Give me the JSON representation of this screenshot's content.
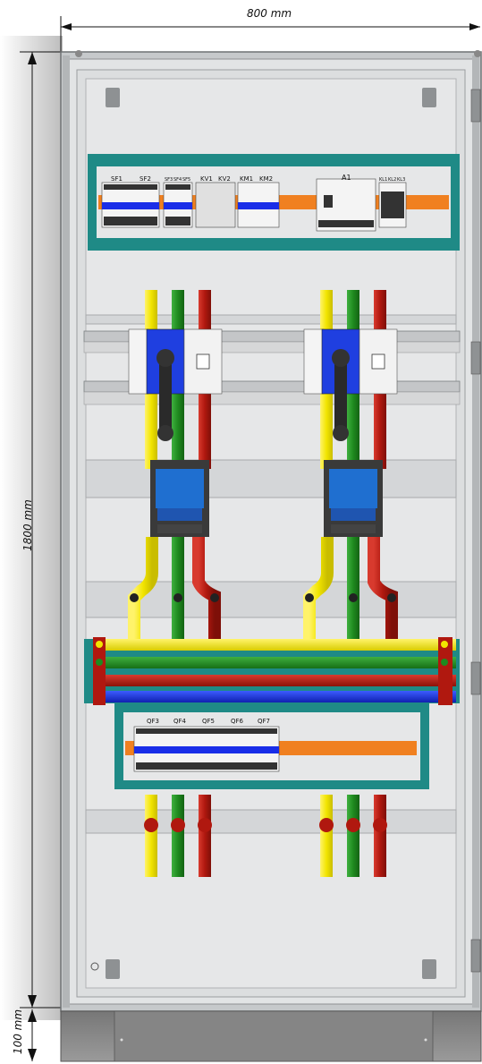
{
  "dimensions": {
    "width": "800 mm",
    "height": "1800 mm",
    "plinth": "100 mm"
  },
  "top_module": {
    "labels": [
      "SF1",
      "SF2",
      "SF3",
      "SF4",
      "SF5",
      "KV1",
      "KV2",
      "KM1",
      "KM2",
      "A1",
      "KL1",
      "KL2",
      "KL3"
    ]
  },
  "bottom_module": {
    "labels": [
      "QF3",
      "QF4",
      "QF5",
      "QF6",
      "QF7"
    ]
  },
  "colors": {
    "phase_l1": "#f2e500",
    "phase_l2": "#1f8a1f",
    "phase_l3": "#b0180f",
    "neutral": "#1a2ee8",
    "frame": "#1f8a86",
    "din_rail_terminal": "#f08020",
    "switch_blue": "#1f3fe0",
    "cabinet": "#cfd2d4"
  }
}
